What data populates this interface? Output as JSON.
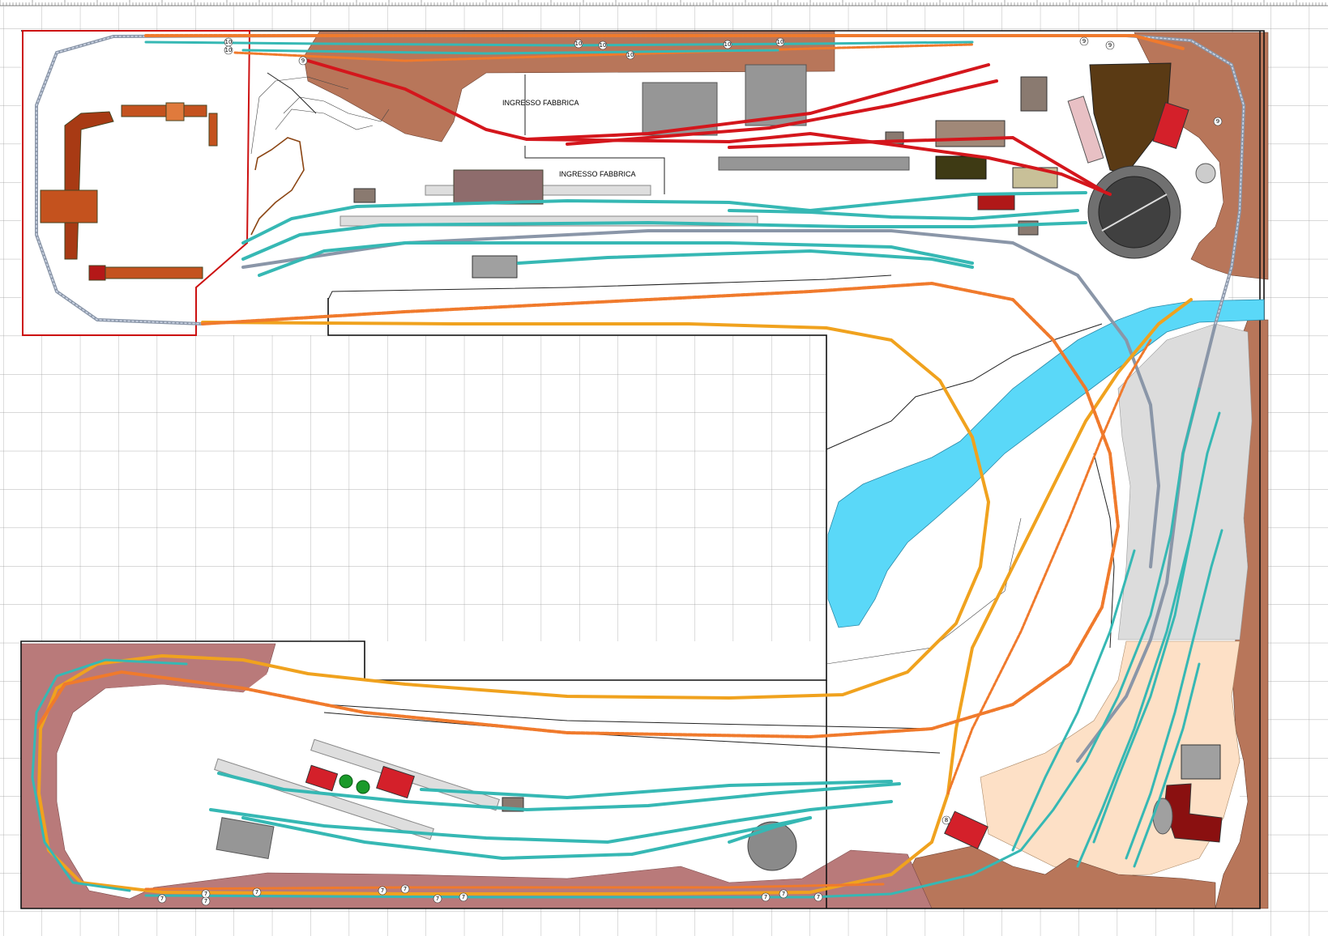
{
  "labels": {
    "factory_entrance_1": "INGRESSO FABBRICA",
    "factory_entrance_2": "INGRESSO FABBRICA"
  },
  "colors": {
    "grid": "#9a9a9a",
    "red_track": "#d4161c",
    "orange_track": "#f0a21e",
    "orange_dashed_track": "#f07a2c",
    "teal_track": "#36b8b4",
    "grey_track": "#8a96a8",
    "water": "#5ad8f8",
    "terrain_brown": "#b8765a",
    "terrain_rose": "#b97a7a",
    "sand": "#fde0c6",
    "rock_grey": "#dcdcdc"
  },
  "track_markers": [
    {
      "id": "m1",
      "text": "10"
    },
    {
      "id": "m2",
      "text": "10"
    },
    {
      "id": "m3",
      "text": "10"
    },
    {
      "id": "m4",
      "text": "10"
    },
    {
      "id": "m5",
      "text": "10"
    },
    {
      "id": "m6",
      "text": "10"
    },
    {
      "id": "m7",
      "text": "10"
    },
    {
      "id": "m8",
      "text": "9"
    },
    {
      "id": "m9",
      "text": "9"
    },
    {
      "id": "m10",
      "text": "9"
    },
    {
      "id": "m11",
      "text": "9"
    },
    {
      "id": "m12",
      "text": "7"
    },
    {
      "id": "m13",
      "text": "7"
    },
    {
      "id": "m14",
      "text": "7"
    },
    {
      "id": "m15",
      "text": "7"
    },
    {
      "id": "m16",
      "text": "7"
    },
    {
      "id": "m17",
      "text": "7"
    },
    {
      "id": "m18",
      "text": "7"
    },
    {
      "id": "m19",
      "text": "7"
    },
    {
      "id": "m20",
      "text": "7"
    },
    {
      "id": "m21",
      "text": "8"
    },
    {
      "id": "m22",
      "text": "7"
    },
    {
      "id": "m23",
      "text": "7"
    }
  ]
}
